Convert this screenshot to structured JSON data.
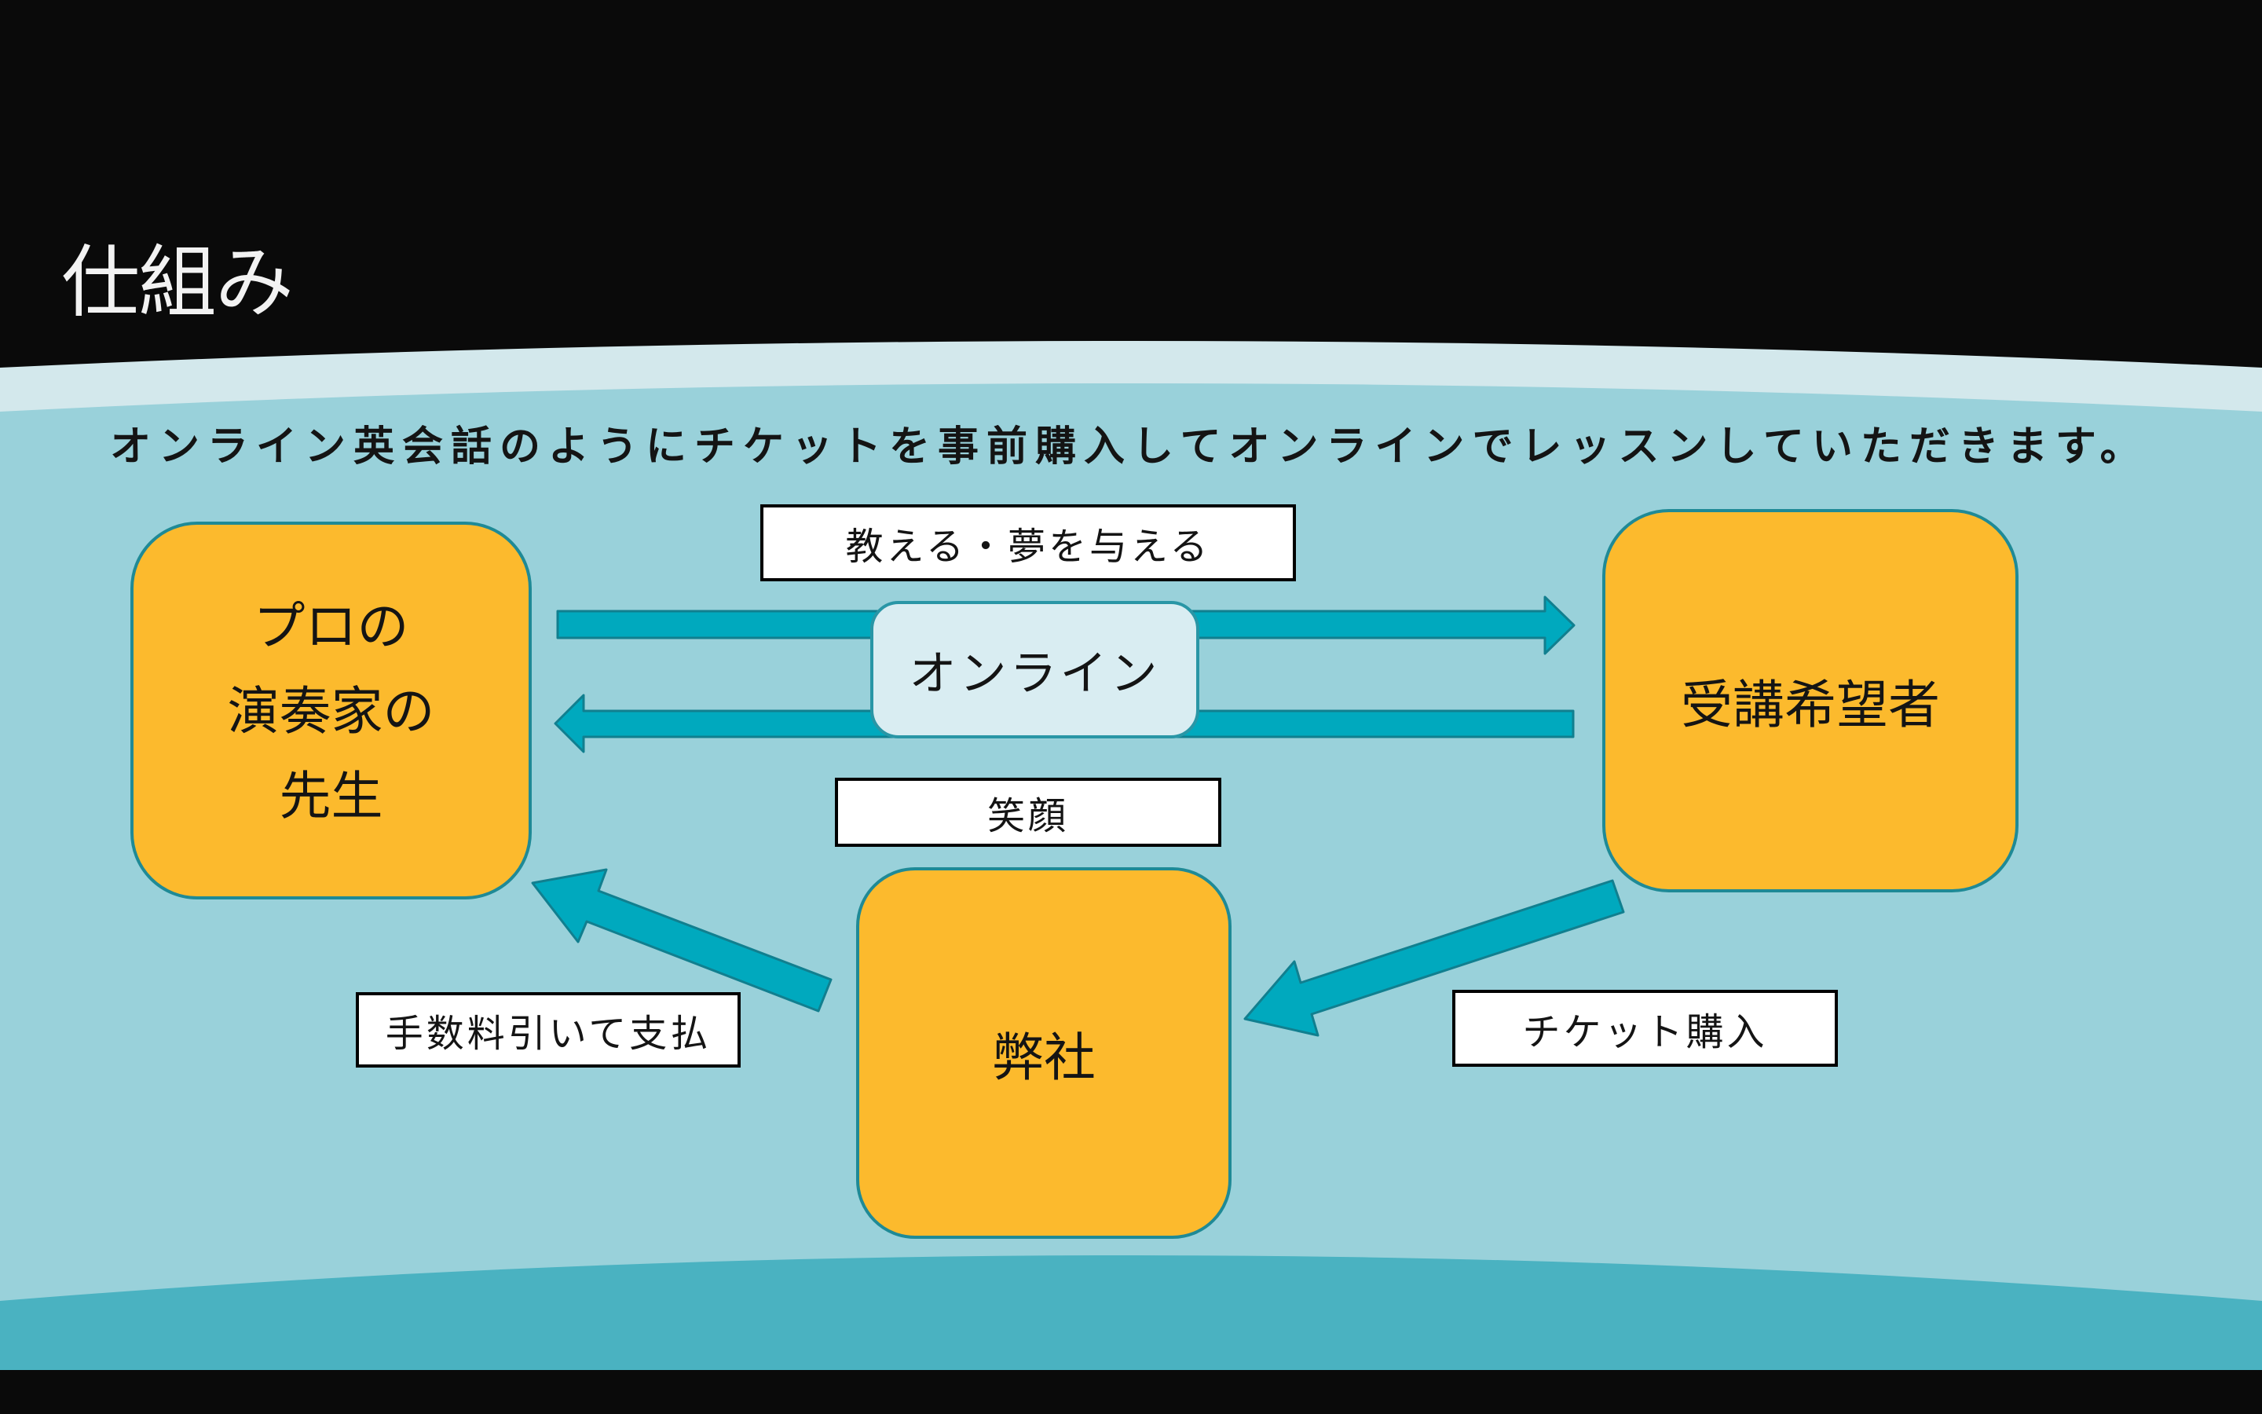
{
  "slide": {
    "title": "仕組み",
    "subtitle": "オンライン英会話のようにチケットを事前購入してオンラインでレッスンしていただきます。"
  },
  "nodes": {
    "teacher": {
      "lines": [
        "プロの",
        "演奏家の",
        "先生"
      ]
    },
    "student": {
      "label": "受講希望者"
    },
    "company": {
      "label": "弊社"
    },
    "online": {
      "label": "オンライン"
    }
  },
  "labels": {
    "teach": "教える・夢を与える",
    "smile": "笑顔",
    "payout": "手数料引いて支払",
    "ticket": "チケット購入"
  },
  "icons": {
    "arrow_right": "right-arrow",
    "arrow_left": "left-arrow",
    "arrow_pay": "up-left-arrow",
    "arrow_ticket": "down-left-arrow"
  },
  "colors": {
    "bg-black": "#0a0a0a",
    "bg-teal": "#99d1da",
    "band-pale": "#d3e8ec",
    "band-dark": "#4ab2c1",
    "arrow-fill": "#00a9be",
    "arrow-stroke": "#117f8f",
    "node-orange": "#fcba2d",
    "node-border": "#1f8a96",
    "online-fill": "#d9edf2",
    "online-border": "#2996a6",
    "label-fill": "#ffffff",
    "label-border": "#000000",
    "title-color": "#f2f2f2",
    "text-dark": "#141414"
  }
}
